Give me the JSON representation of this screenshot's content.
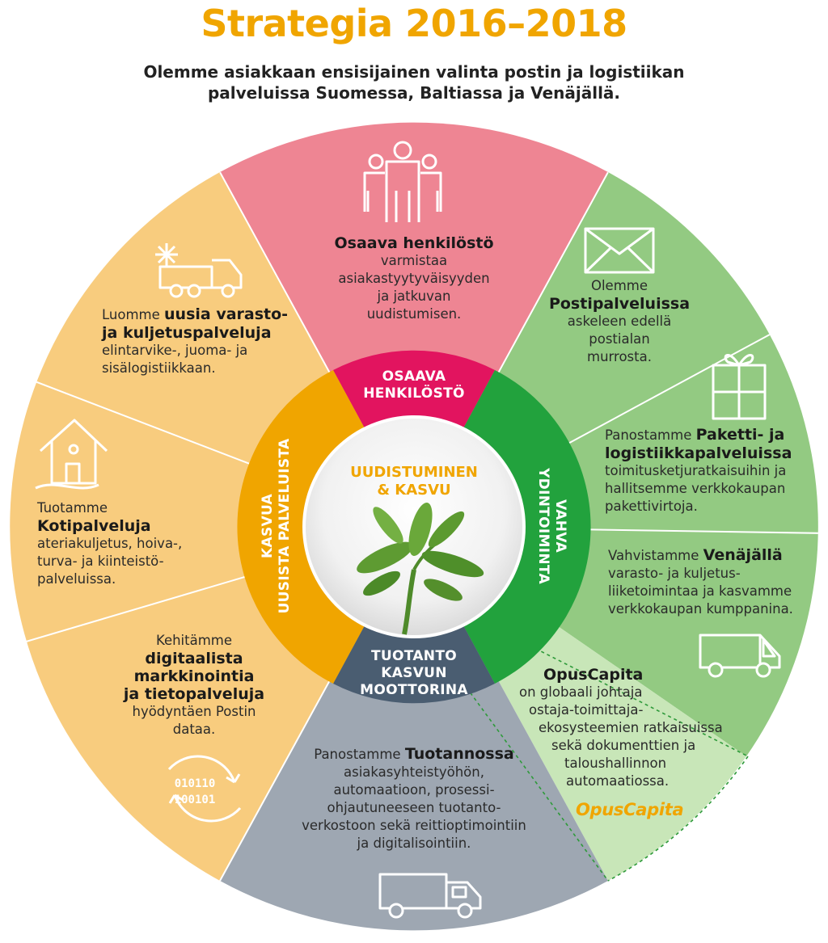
{
  "header": {
    "title": "Strategia 2016–2018",
    "subtitle_line1": "Olemme asiakkaan ensisijainen valinta postin ja logistiikan",
    "subtitle_line2": "palveluissa Suomessa, Baltiassa ja Venäjällä."
  },
  "colors": {
    "title": "#f0a500",
    "people_outer": "#ee8593",
    "people_inner": "#e2145f",
    "core_outer": "#93ca82",
    "core_inner": "#22a23d",
    "growth_outer": "#f8cc7e",
    "growth_inner": "#f0a500",
    "production_outer": "#9ea7b2",
    "production_inner": "#4a5d71",
    "opus_outer": "#c8e6b8"
  },
  "center": {
    "line1": "UUDISTUMINEN",
    "line2": "& KASVU",
    "icon": "plant-image"
  },
  "ring": {
    "people": {
      "line1": "OSAAVA",
      "line2": "HENKILÖSTÖ"
    },
    "core": {
      "line1": "VAHVA",
      "line2": "YDINTOIMINTA"
    },
    "growth": {
      "line1": "KASVUA",
      "line2": "UUSISTA PALVELUISTA"
    },
    "production": {
      "line1": "TUOTANTO",
      "line2": "KASVUN",
      "line3": "MOOTTORINA"
    }
  },
  "segments": {
    "people": {
      "icon": "people-icon",
      "bold": "Osaava henkilöstö",
      "l1": "varmistaa",
      "l2": "asiakastyytyväisyyden",
      "l3": "ja jatkuvan",
      "l4": "uudistumisen."
    },
    "posti": {
      "icon": "envelope-icon",
      "pre": "Olemme",
      "bold": "Postipalveluissa",
      "l1": "askeleen edellä",
      "l2": "postialan",
      "l3": "murrosta."
    },
    "paketti": {
      "icon": "gift-icon",
      "pre": "Panostamme",
      "bold1": "Paketti- ja",
      "bold2": "logistiikkapalveluissa",
      "l1": "toimitusketjuratkaisuihin ja",
      "l2": "hallitsemme verkkokaupan",
      "l3": "pakettivirtoja."
    },
    "russia": {
      "icon": "van-icon",
      "pre": "Vahvistamme",
      "bold": "Venäjällä",
      "l1": "varasto- ja kuljetus-",
      "l2": "liiketoimintaa ja kasvamme",
      "l3": "verkkokaupan kumppanina."
    },
    "opus": {
      "bold": "OpusCapita",
      "l1": "on globaali johtaja",
      "l2": "ostaja-toimittaja-",
      "l3": "ekosysteemien ratkaisuissa",
      "l4": "sekä dokumenttien ja",
      "l5": "taloushallinnon",
      "l6": "automaatiossa.",
      "logo": "OpusCapita"
    },
    "production": {
      "icon": "truck-icon",
      "pre": "Panostamme",
      "bold": "Tuotannossa",
      "l1": "asiakasyhteistyöhön,",
      "l2": "automaatioon, prosessi-",
      "l3": "ohjautuneeseen tuotanto-",
      "l4": "verkostoon sekä reittioptimointiin",
      "l5": "ja digitalisointiin."
    },
    "digital": {
      "icon": "binary-data-icon",
      "binary1": "010110",
      "binary2": "100101",
      "pre": "Kehitämme",
      "bold1": "digitaalista",
      "bold2": "markkinointia",
      "bold3": "ja tietopalveluja",
      "l1": "hyödyntäen Postin",
      "l2": "dataa."
    },
    "koti": {
      "icon": "house-icon",
      "pre": "Tuotamme",
      "bold": "Kotipalveluja",
      "l1": "ateriakuljetus, hoiva-,",
      "l2": "turva- ja kiinteistö-",
      "l3": "palveluissa."
    },
    "warehouse": {
      "icon": "refrigerated-truck-icon",
      "pre": "Luomme",
      "bold1": "uusia varasto-",
      "bold2": "ja kuljetuspalveluja",
      "l1": "elintarvike-, juoma- ja",
      "l2": "sisälogistiikkaan."
    }
  }
}
